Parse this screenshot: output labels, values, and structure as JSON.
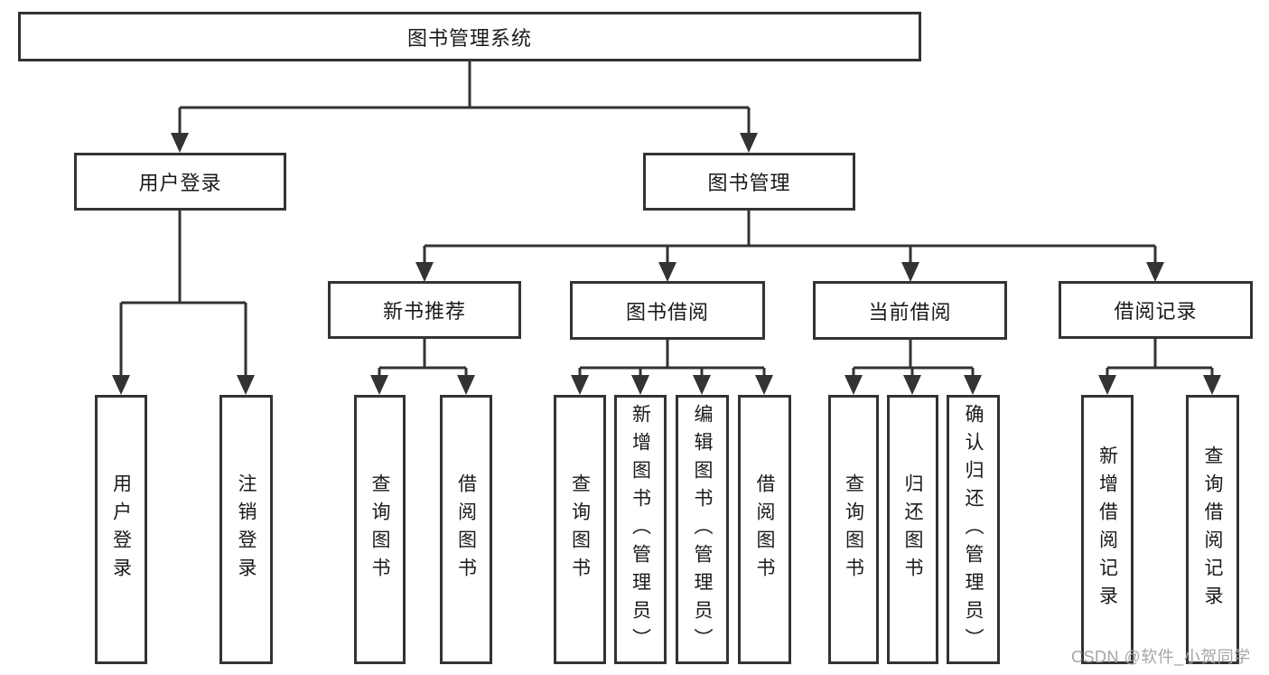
{
  "tree": {
    "label": "图书管理系统",
    "children": [
      {
        "label": "用户登录",
        "children": [
          {
            "label": "用户登录"
          },
          {
            "label": "注销登录"
          }
        ]
      },
      {
        "label": "图书管理",
        "children": [
          {
            "label": "新书推荐",
            "children": [
              {
                "label": "查询图书"
              },
              {
                "label": "借阅图书"
              }
            ]
          },
          {
            "label": "图书借阅",
            "children": [
              {
                "label": "查询图书"
              },
              {
                "label": "新增图书（管理员）"
              },
              {
                "label": "编辑图书（管理员）"
              },
              {
                "label": "借阅图书"
              }
            ]
          },
          {
            "label": "当前借阅",
            "children": [
              {
                "label": "查询图书"
              },
              {
                "label": "归还图书"
              },
              {
                "label": "确认归还（管理员）"
              }
            ]
          },
          {
            "label": "借阅记录",
            "children": [
              {
                "label": "新增借阅记录"
              },
              {
                "label": "查询借阅记录"
              }
            ]
          }
        ]
      }
    ]
  },
  "watermark": "CSDN @软件_小贺同学",
  "colors": {
    "line": "#333333",
    "text": "#1a1a1a",
    "background": "#ffffff",
    "watermark": "#a6a6a6"
  }
}
